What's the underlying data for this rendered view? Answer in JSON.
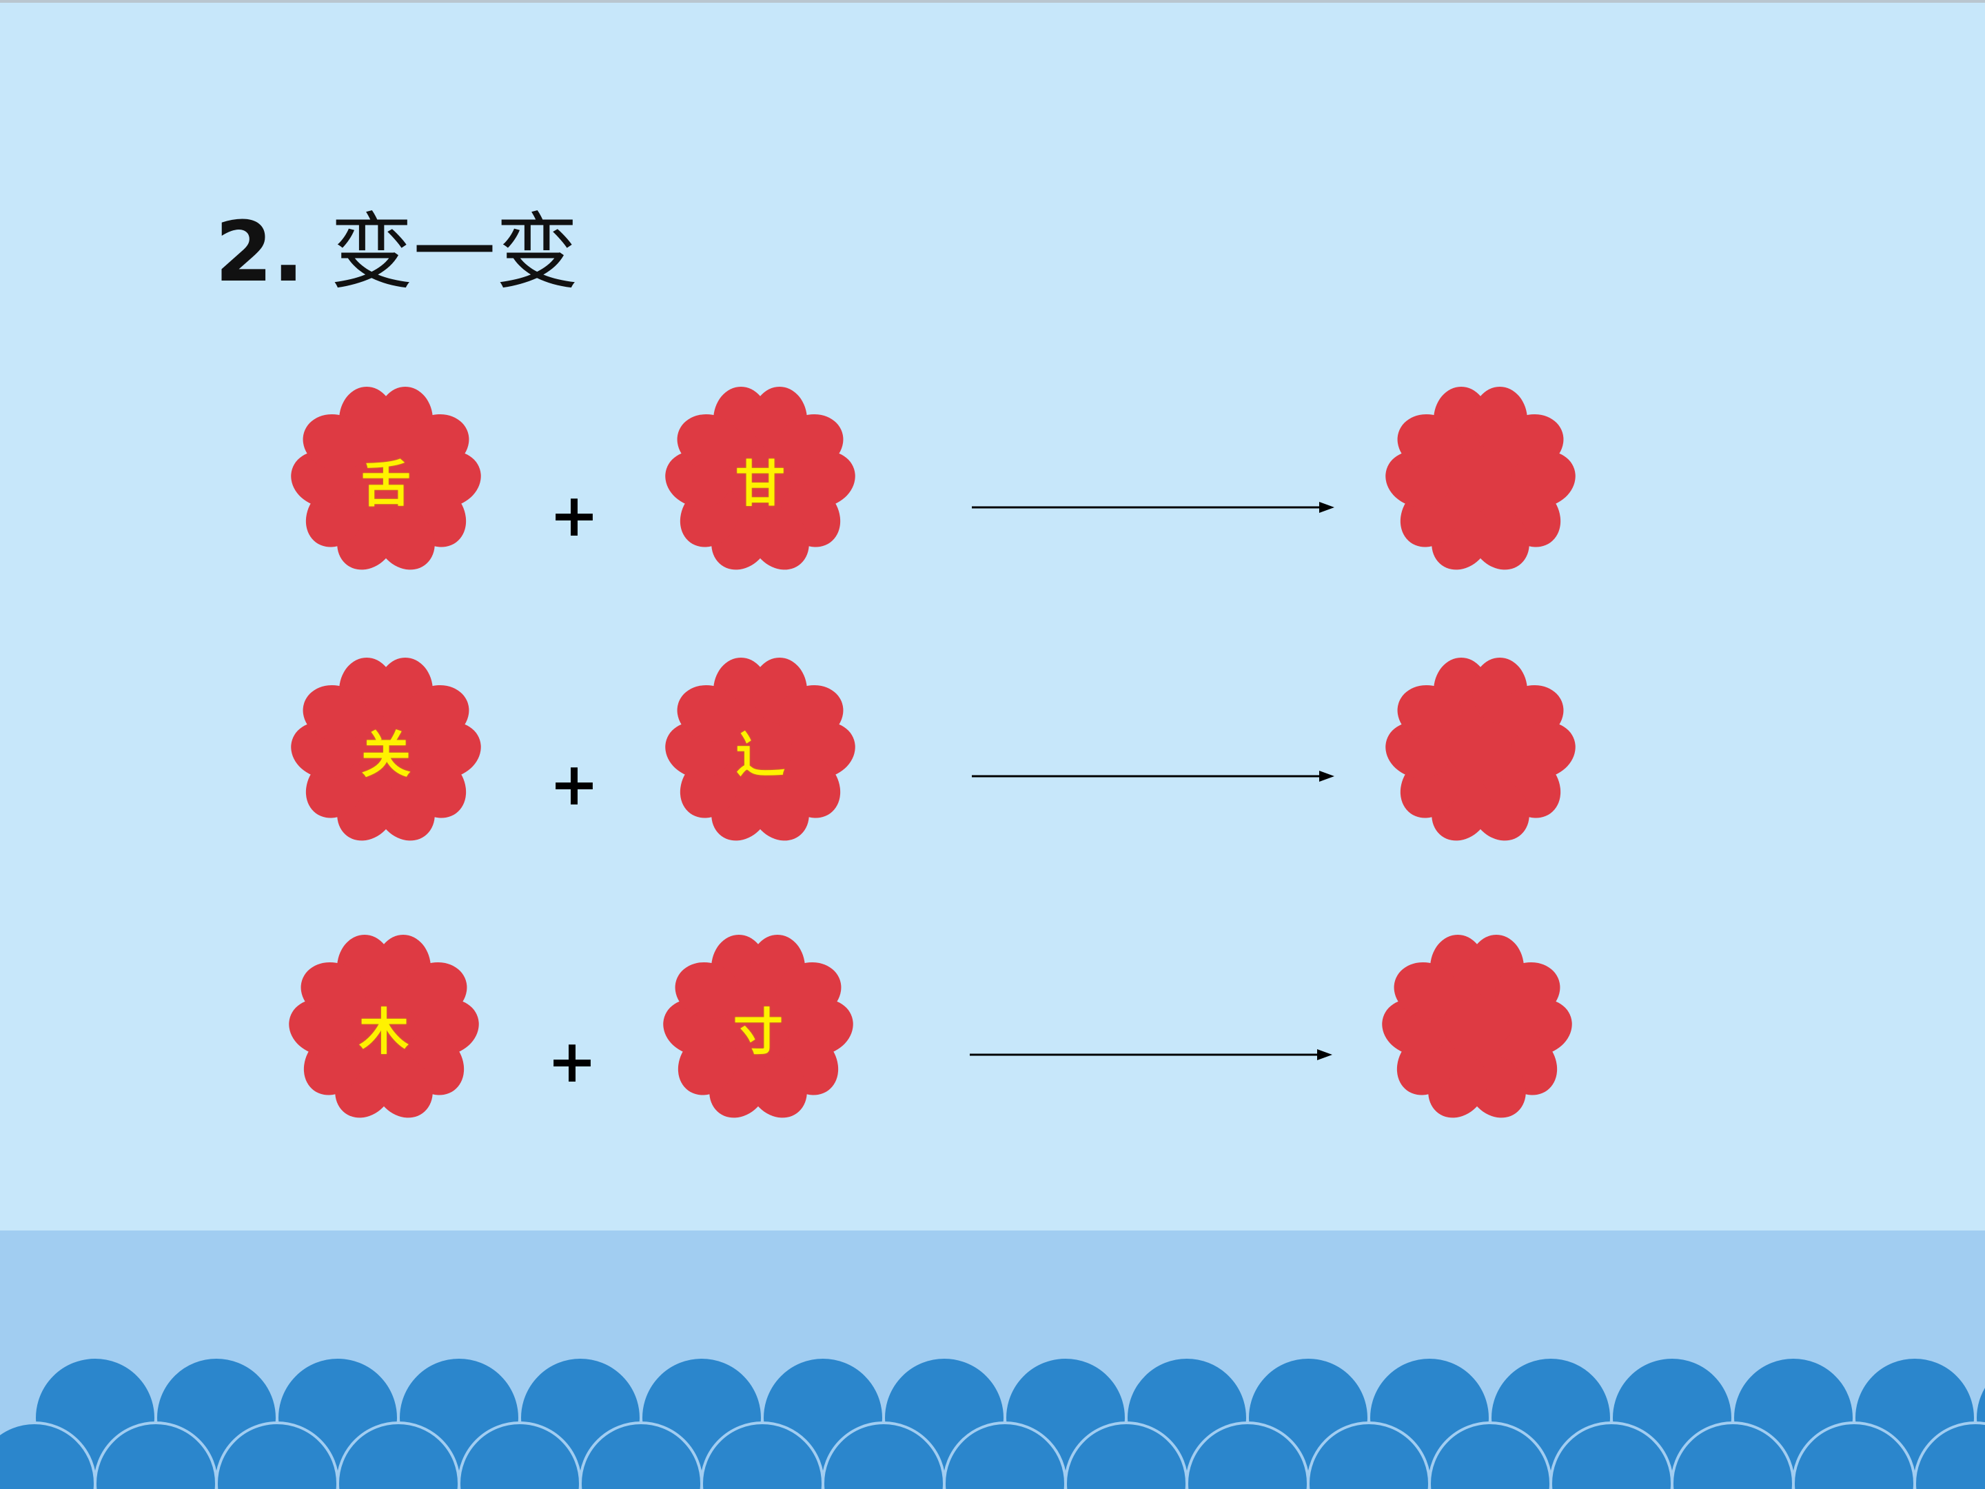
{
  "title": {
    "number": "2.",
    "text": "变一变"
  },
  "rows": [
    {
      "left": "舌",
      "operator": "+",
      "right": "甘",
      "result": ""
    },
    {
      "left": "关",
      "operator": "+",
      "right": "辶",
      "result": ""
    },
    {
      "left": "木",
      "operator": "+",
      "right": "寸",
      "result": ""
    }
  ],
  "colors": {
    "background": "#c7e7fa",
    "flower": "#de3a43",
    "character": "#fff200",
    "sea": "#a1cdf1",
    "waves": "#2b86cc"
  }
}
